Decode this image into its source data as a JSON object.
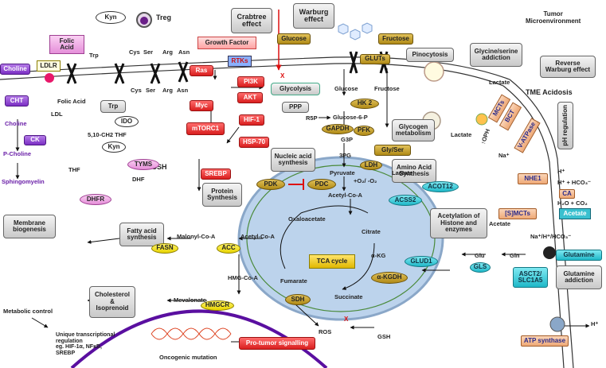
{
  "labels": {
    "kyn_top": "Kyn",
    "treg": "Treg",
    "crabtree": "Crabtree\neffect",
    "warburg": "Warburg\neffect",
    "tumor_micro": "Tumor\nMicroenvironment",
    "choline_box": "Choline",
    "ldlr": "LDLR",
    "folic_acid_box": "Folic\nAcid",
    "growth_factor": "Growth Factor",
    "rtks": "RTKs",
    "glucose_box": "Glucose",
    "fructose_box": "Fructose",
    "gluts": "GLUTs",
    "pinocytosis": "Pinocytosis",
    "glycine_serine": "Glycine/serine\naddiction",
    "reverse_warburg": "Reverse\nWarburg effect",
    "cht": "CHT",
    "choline_txt": "Choline",
    "ck": "CK",
    "pcholine": "P-Choline",
    "sphingomyelin": "Sphingomyelin",
    "folic_acid_txt": "Folic Acid",
    "ldl": "LDL",
    "trp_top": "Trp",
    "cys_top": "Cys",
    "ser_top": "Ser",
    "arg_top": "Arg",
    "asn_top": "Asn",
    "trp_box": "Trp",
    "ido": "IDO",
    "kyn_low": "Kyn",
    "cys2": "Cys",
    "ser2": "Ser",
    "arg2": "Arg",
    "asn2": "Asn",
    "gsh_mid": "GSH",
    "ras": "Ras",
    "pi3k": "PI3K",
    "akt": "AKT",
    "myc": "Myc",
    "glycolysis": "Glycolysis",
    "hif1": "HIF-1",
    "hsp70": "HSP-70",
    "mtorc1": "mTORC1",
    "srebp": "SREBP",
    "protein_synth": "Protein\nSynthesis",
    "ppp": "PPP",
    "r5p": "R5P",
    "gapdh": "GAPDH",
    "nucleic": "Nucleic acid\nsynthesis",
    "glucose_txt": "Glucose",
    "fructose_txt": "Fructose",
    "hk2": "HK 2",
    "glc6p": "Glucose-6-P",
    "pfk": "PFK",
    "g3p": "G3P",
    "glycogen": "Glycogen\nmetabolism",
    "pg3": "3PG",
    "glyser": "Gly/Ser",
    "aa_synth": "Amino Acid\nSynthesis",
    "ldh": "LDH",
    "pyruvate": "Pyruvate",
    "o2": "+O₂/ -O₂",
    "lactate_mid": "Lactate",
    "pdk": "PDK",
    "pdc": "PDC",
    "acetylcoa_top": "Acetyl-Co-A",
    "acss2": "ACSS2",
    "acot12": "ACOT12",
    "oxaloacetate": "Oxaloacetate",
    "citrate": "Citrate",
    "akg": "α-KG",
    "tca": "TCA cycle",
    "fumarate": "Fumarate",
    "akgdh": "α-KGDH",
    "succinate": "Succinate",
    "sdh": "SDH",
    "glud1": "GLUD1",
    "acetylation": "Acetylation of\nHistone and\nenzymes",
    "acetate_txt": "Acetate",
    "glu": "Glu",
    "gln": "Gln",
    "gls": "GLS",
    "glutamine_box": "Glutamine",
    "glutamine_add": "Glutamine\naddiction",
    "asct2": "ASCT2/\nSLC1A5",
    "atp_synthase": "ATP synthase",
    "hplus_atp": "H⁺",
    "tme_acidosis": "TME Acidosis",
    "lactate_r1": "Lactate",
    "lactate_r2": "Lactate",
    "mcts": "MCTs",
    "bct": "BCT",
    "hplus1": "H⁺",
    "vatpase": "V-ATPase",
    "toph": "↑OPH",
    "ph_reg": "pH regulation",
    "na1": "Na⁺",
    "nhe1": "NHE1",
    "hplus2": "H⁺",
    "hco3": "H⁺ + HCO₃⁻",
    "ca": "CA",
    "h2o": "H₂O + CO₂",
    "smcts": "[S]MCTs",
    "acetate_box": "Acetate",
    "na_h_hco3": "Na⁺/H⁺/HCO₃⁻",
    "thf_top": "5,10-CH2 THF",
    "tyms": "TYMS",
    "thf": "THF",
    "dhf": "DHF",
    "dhfr": "DHFR",
    "gsh_left": "GSH",
    "membrane_bio": "Membrane\nbiogenesis",
    "fatty_acid": "Fatty acid\nsynthesis",
    "malonyl": "Malonyl-Co-A",
    "acetylcoa_low": "Acetyl-Co-A",
    "fasn": "FASN",
    "acc": "ACC",
    "hmgcoa": "HMG-Co-A",
    "mevalonate": "Mevalonate",
    "hmgcr": "HMGCR",
    "cholesterol": "Cholesterol\n&\nIsoprenoid",
    "metabolic_ctrl": "Metabolic control",
    "unique_reg": "Unique transcriptional\nregulation\neg. HIF-1α, NFκB,\nSREBP",
    "ros": "ROS",
    "gsh_bottom": "GSH",
    "pro_tumor": "Pro-tumor signalling",
    "oncogenic": "Oncogenic mutation",
    "x1": "X",
    "x2": "X"
  },
  "colors": {
    "red": "#dd2222",
    "gold": "#c9a12c",
    "cyan": "#36c4d3",
    "purple": "#8a3bd1",
    "mito": "#bcd3ec",
    "nucleus": "#5a0fa0"
  }
}
